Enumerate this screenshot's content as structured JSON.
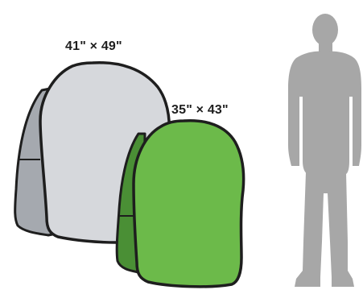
{
  "labels": {
    "large_backdrop_size": "41\" × 49\"",
    "small_backdrop_size": "35\" × 43\""
  },
  "colors": {
    "large_backdrop_front": "#d6d8dc",
    "large_backdrop_side": "#a5a9af",
    "small_backdrop_front": "#6cba4a",
    "small_backdrop_side": "#4a8f35",
    "outline": "#1e1e1e",
    "person_silhouette": "#a7a7a7",
    "label_text": "#1e1e1e"
  },
  "icons": {
    "large_backdrop": "pop-up-backdrop-gray",
    "small_backdrop": "pop-up-backdrop-green",
    "scale_reference": "person-silhouette"
  }
}
